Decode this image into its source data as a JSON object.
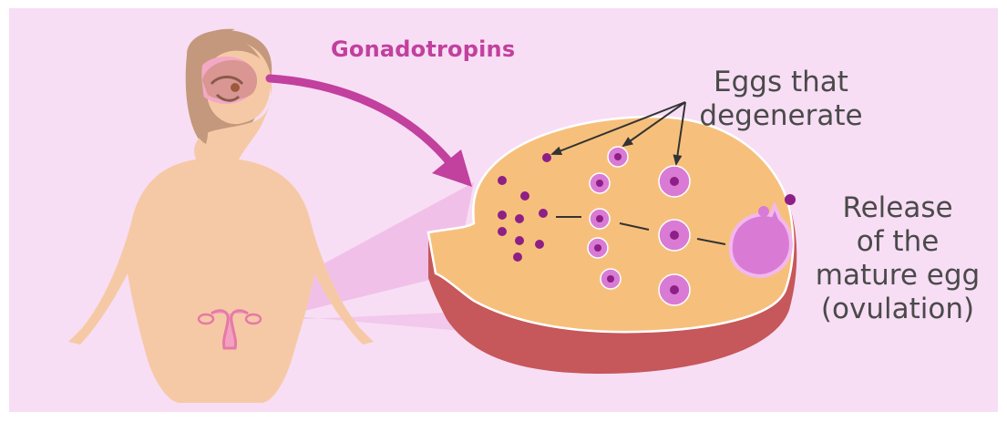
{
  "diagram": {
    "hormone_label": "Gonadotropins",
    "degenerate_label": [
      "Eggs that",
      "degenerate"
    ],
    "release_label": [
      "Release",
      "of the",
      "mature egg",
      "(ovulation)"
    ]
  },
  "colors": {
    "background": "#f7def4",
    "skin": "#f6c9a6",
    "hair": "#c4987c",
    "ovary": "#f6c07c",
    "ovary_rim": "#c6575a",
    "follicle": "#d97bd5",
    "egg_core": "#8e1f86",
    "accent": "#c2409e"
  }
}
